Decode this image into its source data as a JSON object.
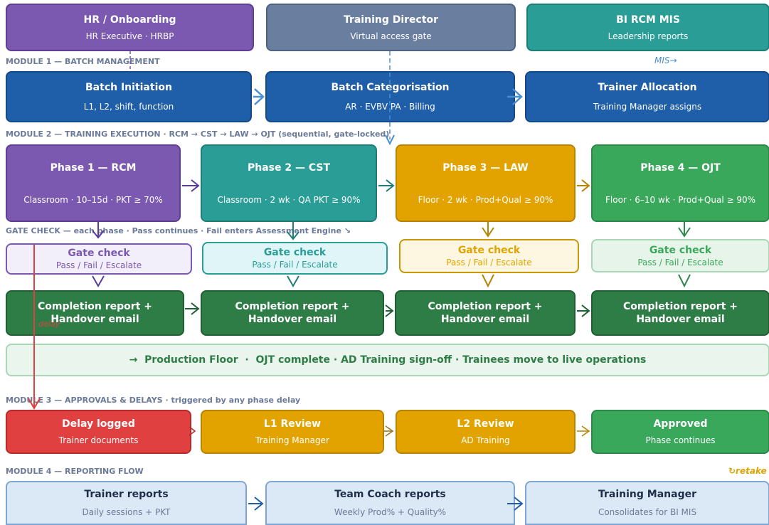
{
  "top": {
    "hr": {
      "title": "HR / Onboarding",
      "sub": "HR Executive · HRBP"
    },
    "director": {
      "title": "Training Director",
      "sub": "Virtual access gate"
    },
    "bi": {
      "title": "BI RCM MIS",
      "sub": "Leadership reports"
    },
    "mis_label": "MIS→"
  },
  "module1": {
    "label": "MODULE 1 — BATCH MANAGEMENT",
    "boxes": [
      {
        "title": "Batch Initiation",
        "sub": "L1, L2, shift, function"
      },
      {
        "title": "Batch Categorisation",
        "sub": "AR · EVBV PA · Billing"
      },
      {
        "title": "Trainer Allocation",
        "sub": "Training Manager assigns"
      }
    ]
  },
  "module2": {
    "label": "MODULE 2 — TRAINING EXECUTION  ·  RCM → CST → LAW → OJT  (sequential, gate-locked)",
    "phases": [
      {
        "title": "Phase 1 — RCM",
        "sub": "Classroom · 10–15d · PKT ≥ 70%"
      },
      {
        "title": "Phase 2 — CST",
        "sub": "Classroom · 2 wk · QA PKT ≥ 90%"
      },
      {
        "title": "Phase 3 — LAW",
        "sub": "Floor · 2 wk · Prod+Qual ≥ 90%"
      },
      {
        "title": "Phase 4 — OJT",
        "sub": "Floor · 6–10 wk · Prod+Qual ≥ 90%"
      }
    ],
    "gate_label": "GATE CHECK — each phase · Pass continues · Fail enters Assessment Engine ↘",
    "gates": [
      {
        "title": "Gate check",
        "sub": "Pass / Fail / Escalate"
      },
      {
        "title": "Gate check",
        "sub": "Pass / Fail / Escalate"
      },
      {
        "title": "Gate check",
        "sub": "Pass / Fail / Escalate"
      },
      {
        "title": "Gate check",
        "sub": "Pass / Fail / Escalate"
      }
    ],
    "completion": [
      {
        "title": "Completion report + Handover email"
      },
      {
        "title": "Completion report + Handover email"
      },
      {
        "title": "Completion report + Handover email"
      },
      {
        "title": "Completion report + Handover email"
      }
    ],
    "delay_label": "delay",
    "production": "→  Production Floor  ·  OJT complete · AD Training sign-off · Trainees move to live operations"
  },
  "module3": {
    "label": "MODULE 3 — APPROVALS & DELAYS  ·  triggered by any phase delay",
    "boxes": [
      {
        "title": "Delay logged",
        "sub": "Trainer documents"
      },
      {
        "title": "L1 Review",
        "sub": "Training Manager"
      },
      {
        "title": "L2 Review",
        "sub": "AD Training"
      },
      {
        "title": "Approved",
        "sub": "Phase continues"
      }
    ],
    "retake": "↻retake"
  },
  "module4": {
    "label": "MODULE 4 — REPORTING FLOW",
    "boxes": [
      {
        "title": "Trainer reports",
        "sub": "Daily sessions + PKT"
      },
      {
        "title": "Team Coach reports",
        "sub": "Weekly Prod% + Quality%"
      },
      {
        "title": "Training Manager",
        "sub": "Consolidates for BI MIS"
      }
    ]
  },
  "colors": {
    "purple": "#7b59b0",
    "slate": "#6a7fa0",
    "teal": "#2a9d96",
    "navy": "#1f5ea8",
    "gold": "#e2a300",
    "green": "#3aa85a",
    "dark_green": "#2e7d46",
    "red": "#e04040"
  }
}
